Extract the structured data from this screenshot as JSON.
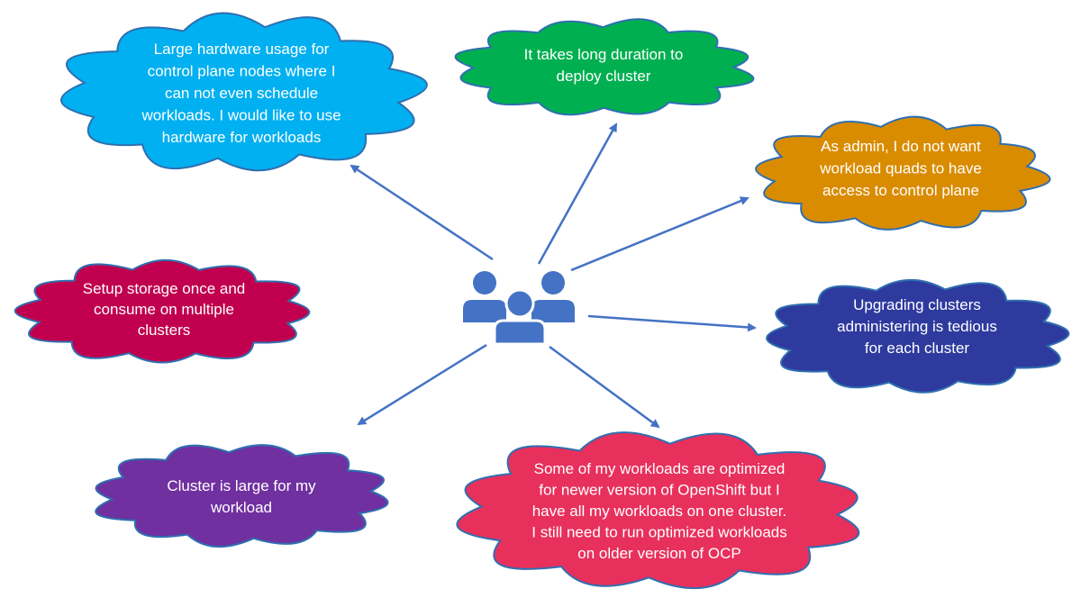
{
  "diagram": {
    "center_icon": "users-group-icon",
    "colors": {
      "arrow": "#4472c4",
      "icon": "#4472c4",
      "icon_outline": "#ffffff"
    },
    "nodes": [
      {
        "id": "hardware",
        "color": "#00b0f0",
        "stroke": "#2f6fb0",
        "lines": [
          "Large hardware usage for",
          "control plane nodes where I",
          "can not even schedule",
          "workloads. I would like to use",
          "hardware for workloads"
        ]
      },
      {
        "id": "deploy",
        "color": "#00b050",
        "stroke": "#2f6fb0",
        "lines": [
          "It takes long duration to",
          "deploy cluster"
        ]
      },
      {
        "id": "admin",
        "color": "#d98c00",
        "stroke": "#2f6fb0",
        "lines": [
          "As admin, I do not want",
          "workload quads to have",
          "access to control plane"
        ]
      },
      {
        "id": "upgrade",
        "color": "#2e3a9e",
        "stroke": "#2f6fb0",
        "lines": [
          "Upgrading clusters",
          "administering is tedious",
          "for each cluster"
        ]
      },
      {
        "id": "versions",
        "color": "#e8305c",
        "stroke": "#2f6fb0",
        "lines": [
          "Some of my workloads are optimized",
          "for newer version of OpenShift but I",
          "have all my workloads on one cluster.",
          "I still need to run optimized workloads",
          "on older version of OCP"
        ]
      },
      {
        "id": "large",
        "color": "#7030a0",
        "stroke": "#2f6fb0",
        "lines": [
          "Cluster is large for my",
          "workload"
        ]
      },
      {
        "id": "storage",
        "color": "#c0004e",
        "stroke": "#2f6fb0",
        "lines": [
          "Setup storage once and",
          "consume on multiple",
          "clusters"
        ]
      }
    ]
  }
}
